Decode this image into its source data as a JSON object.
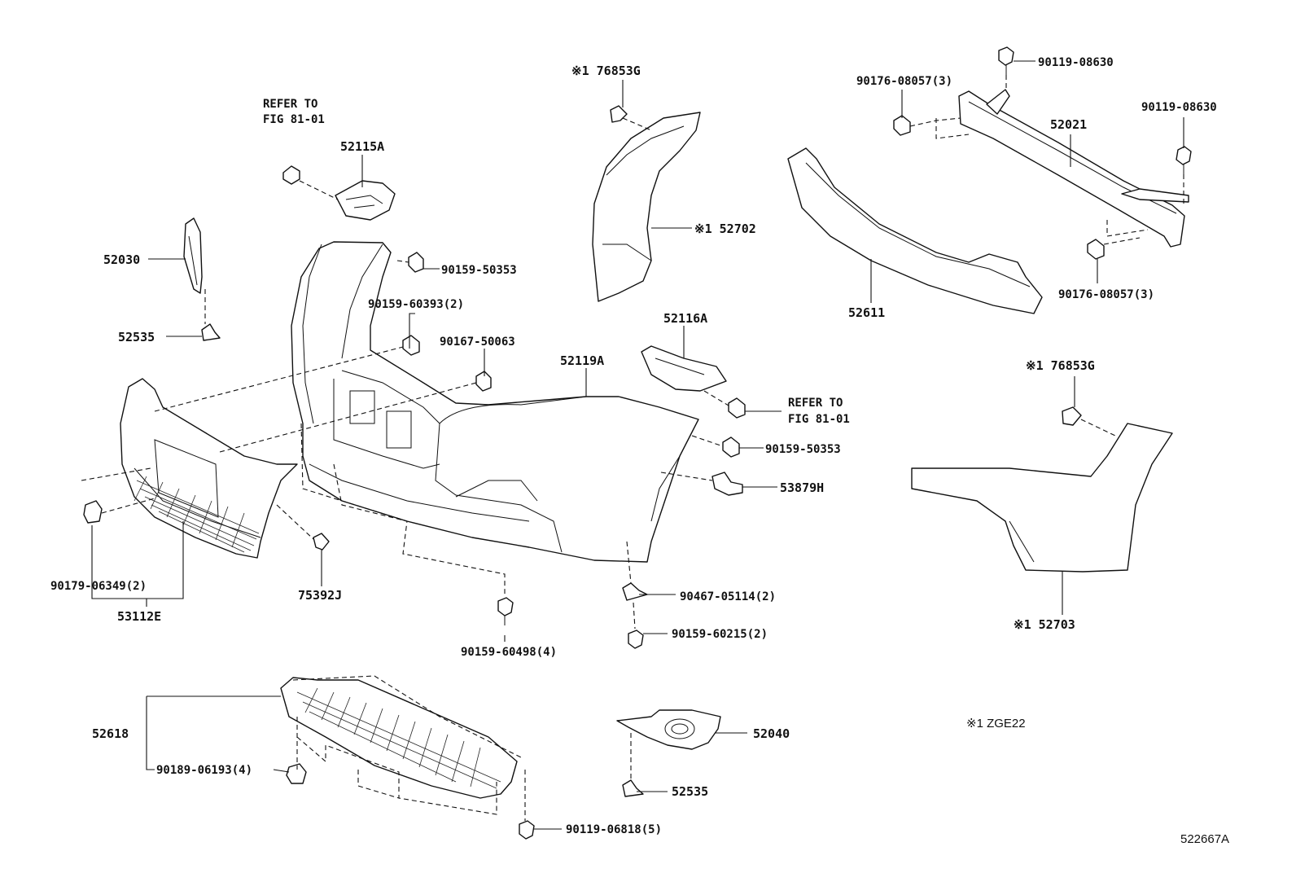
{
  "labels": {
    "ref_top_line1": "REFER TO",
    "ref_top_line2": "FIG 81-01",
    "p52115A": "52115A",
    "p52030": "52030",
    "p52535_top": "52535",
    "p90159_50353_top": "90159-50353",
    "p90159_60393": "90159-60393(2)",
    "p90167_50063": "90167-50063",
    "p52119A": "52119A",
    "p76853G_top": "※1 76853G",
    "p52702": "※1 52702",
    "p52116A": "52116A",
    "ref_mid_line1": "REFER TO",
    "ref_mid_line2": "FIG 81-01",
    "p90159_50353_mid": "90159-50353",
    "p53879H": "53879H",
    "p90176_08057_top": "90176-08057(3)",
    "p90119_08630_top": "90119-08630",
    "p90119_08630_right": "90119-08630",
    "p52021": "52021",
    "p52611": "52611",
    "p90176_08057_bot": "90176-08057(3)",
    "p76853G_right": "※1 76853G",
    "p52703": "※1 52703",
    "p90179_06349": "90179-06349(2)",
    "p53112E": "53112E",
    "p75392J": "75392J",
    "p90159_60498": "90159-60498(4)",
    "p90467_05114": "90467-05114(2)",
    "p90159_60215": "90159-60215(2)",
    "p52618": "52618",
    "p90189_06193": "90189-06193(4)",
    "p90119_06818": "90119-06818(5)",
    "p52040": "52040",
    "p52535_bot": "52535",
    "note_zge22": "※1 ZGE22",
    "diagram_id": "522667A"
  },
  "icons": {
    "bolt": "bolt-icon",
    "clip": "clip-icon",
    "nut": "nut-icon"
  }
}
